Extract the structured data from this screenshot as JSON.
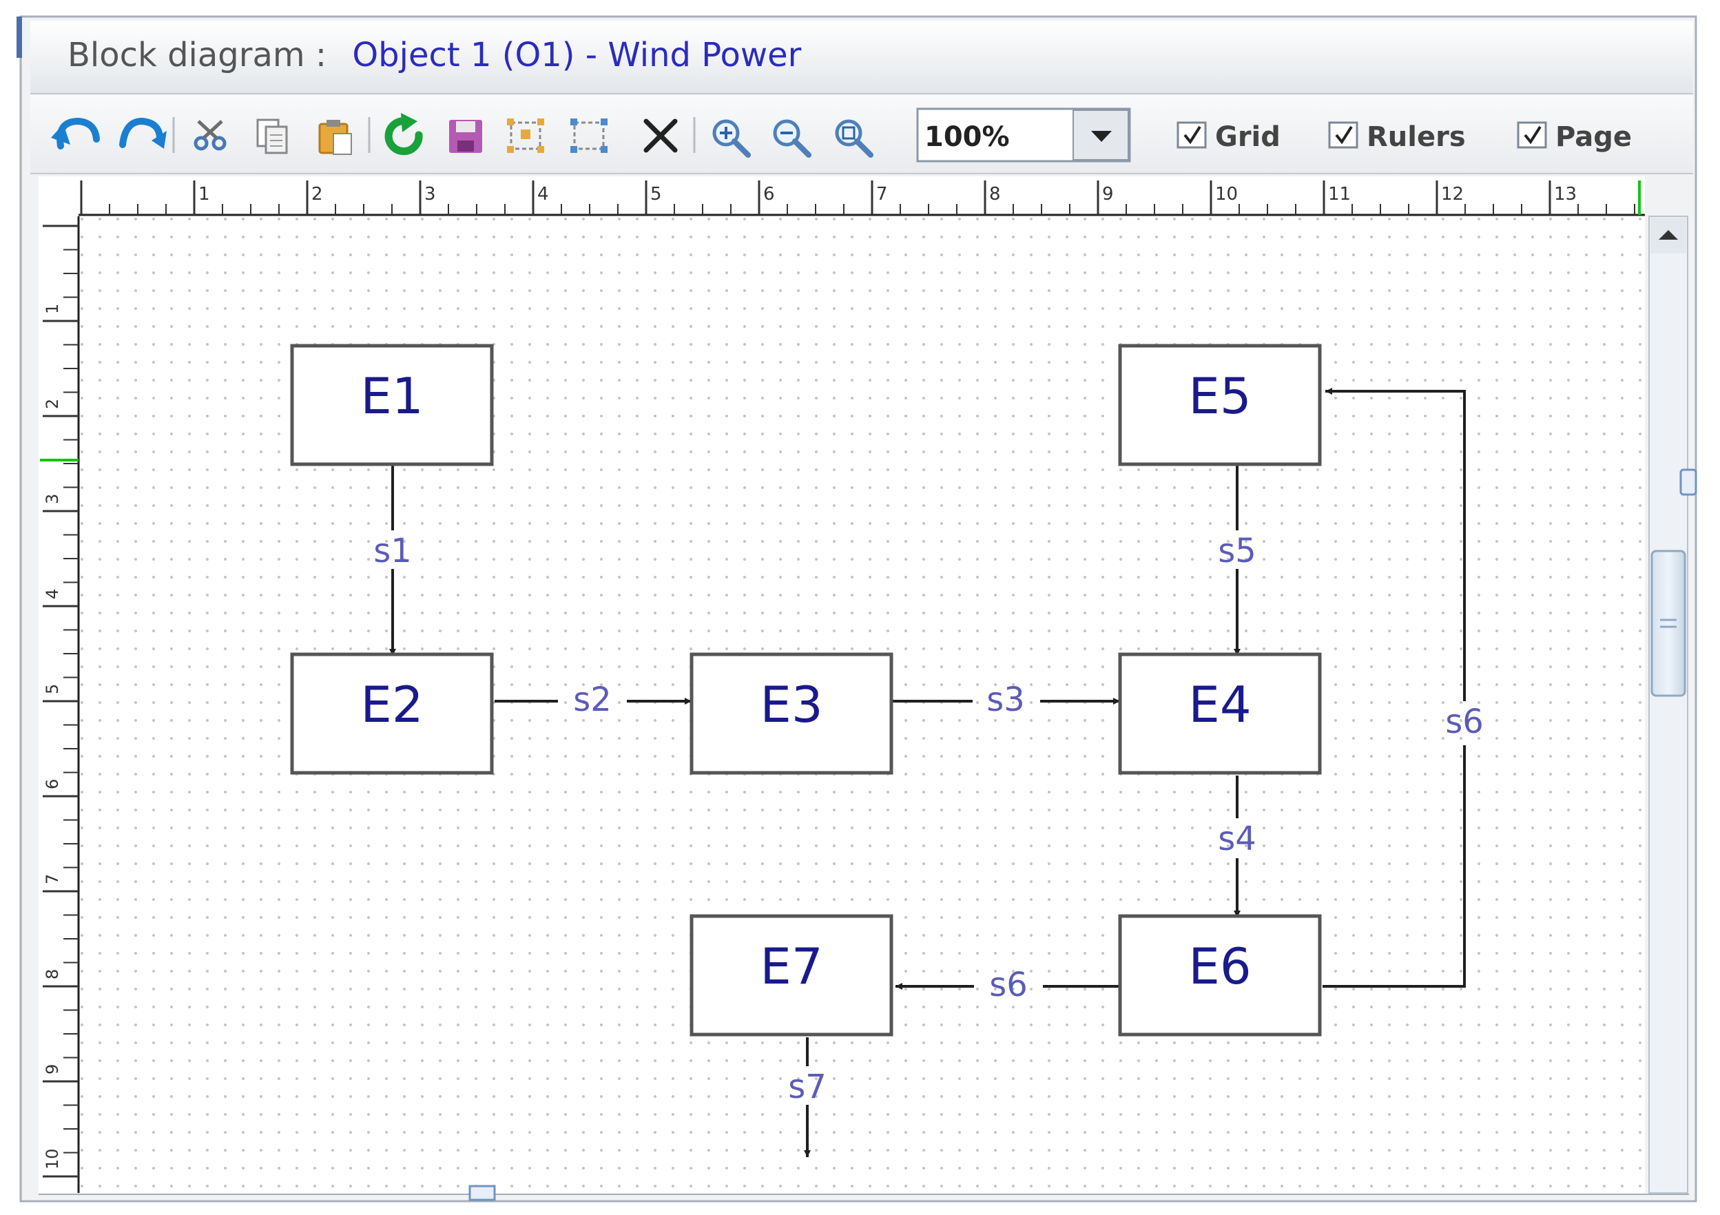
{
  "window": {
    "title_prefix": "Block diagram :",
    "title_object": "Object 1 (O1) - Wind Power"
  },
  "toolbar": {
    "buttons": [
      {
        "name": "undo-button",
        "icon": "undo-icon"
      },
      {
        "name": "redo-button",
        "icon": "redo-icon"
      },
      {
        "name": "cut-button",
        "icon": "scissors-icon"
      },
      {
        "name": "copy-button",
        "icon": "copy-icon"
      },
      {
        "name": "paste-button",
        "icon": "paste-icon"
      },
      {
        "name": "refresh-button",
        "icon": "refresh-icon"
      },
      {
        "name": "save-button",
        "icon": "save-icon"
      },
      {
        "name": "group-button",
        "icon": "group-icon"
      },
      {
        "name": "ungroup-button",
        "icon": "ungroup-icon"
      },
      {
        "name": "delete-button",
        "icon": "close-icon"
      },
      {
        "name": "zoom-in-button",
        "icon": "zoom-in-icon"
      },
      {
        "name": "zoom-out-button",
        "icon": "zoom-out-icon"
      },
      {
        "name": "zoom-fit-button",
        "icon": "zoom-fit-icon"
      }
    ],
    "zoom": {
      "value": "100%"
    },
    "checkboxes": [
      {
        "label": "Grid",
        "checked": true
      },
      {
        "label": "Rulers",
        "checked": true
      },
      {
        "label": "Page",
        "checked": true
      }
    ]
  },
  "rulers": {
    "horizontal": [
      "1",
      "2",
      "3",
      "4",
      "5",
      "6",
      "7",
      "8",
      "9",
      "10",
      "11",
      "12",
      "13"
    ],
    "vertical": [
      "1",
      "2",
      "3",
      "4",
      "5",
      "6",
      "7",
      "8",
      "9",
      "10"
    ]
  },
  "diagram": {
    "blocks": [
      {
        "id": "E1",
        "label": "E1"
      },
      {
        "id": "E2",
        "label": "E2"
      },
      {
        "id": "E3",
        "label": "E3"
      },
      {
        "id": "E4",
        "label": "E4"
      },
      {
        "id": "E5",
        "label": "E5"
      },
      {
        "id": "E6",
        "label": "E6"
      },
      {
        "id": "E7",
        "label": "E7"
      }
    ],
    "signals": [
      {
        "id": "s1",
        "label": "s1",
        "from": "E1",
        "to": "E2"
      },
      {
        "id": "s2",
        "label": "s2",
        "from": "E2",
        "to": "E3"
      },
      {
        "id": "s3",
        "label": "s3",
        "from": "E3",
        "to": "E4"
      },
      {
        "id": "s4",
        "label": "s4",
        "from": "E4",
        "to": "E6"
      },
      {
        "id": "s5",
        "label": "s5",
        "from": "E5",
        "to": "E4"
      },
      {
        "id": "s6a",
        "label": "s6",
        "from": "E6",
        "to": "E7"
      },
      {
        "id": "s6b",
        "label": "s6",
        "from": "E6",
        "to": "E5"
      },
      {
        "id": "s7",
        "label": "s7",
        "from": "E7",
        "to": ""
      }
    ]
  },
  "colors": {
    "title_object": "#2b2bbd",
    "block_label": "#1a1a8c",
    "signal_label": "#5b5bb8",
    "border": "#555555",
    "canvas_bg": "#ffffff",
    "grid_dot": "#c4c4c4"
  }
}
